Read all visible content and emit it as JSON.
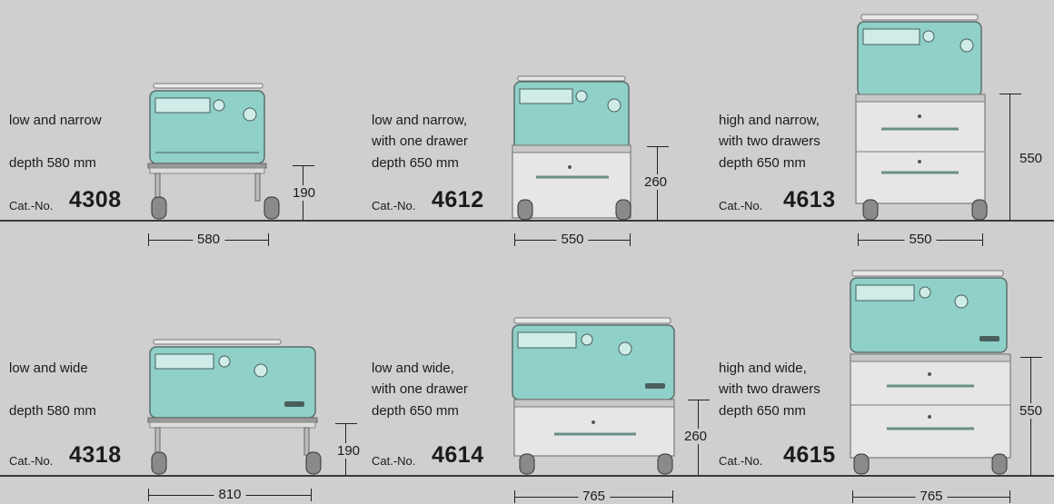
{
  "colors": {
    "background": "#cfcfcf",
    "machine_body": "#8fd0c8",
    "machine_frame": "#9a9a9a",
    "cabinet": "#e6e6e6",
    "floor_line": "#3a3a3a"
  },
  "cat_prefix": "Cat.-No.",
  "models": [
    {
      "desc_line1": "low and narrow",
      "desc_line2": "",
      "depth": "depth 580 mm",
      "cat_no": "4308",
      "width_dim": "580",
      "height_dim": "190",
      "base": "stand",
      "drawers": 0
    },
    {
      "desc_line1": "low and narrow,",
      "desc_line2": "with one drawer",
      "depth": "depth 650 mm",
      "cat_no": "4612",
      "width_dim": "550",
      "height_dim": "260",
      "base": "cabinet",
      "drawers": 1
    },
    {
      "desc_line1": "high and narrow,",
      "desc_line2": "with two drawers",
      "depth": "depth 650 mm",
      "cat_no": "4613",
      "width_dim": "550",
      "height_dim": "550",
      "base": "cabinet",
      "drawers": 2
    },
    {
      "desc_line1": "low and wide",
      "desc_line2": "",
      "depth": "depth 580 mm",
      "cat_no": "4318",
      "width_dim": "810",
      "height_dim": "190",
      "base": "stand",
      "drawers": 0
    },
    {
      "desc_line1": "low and wide,",
      "desc_line2": "with one drawer",
      "depth": "depth 650 mm",
      "cat_no": "4614",
      "width_dim": "765",
      "height_dim": "260",
      "base": "cabinet",
      "drawers": 1
    },
    {
      "desc_line1": "high and wide,",
      "desc_line2": "with two drawers",
      "depth": "depth 650 mm",
      "cat_no": "4615",
      "width_dim": "765",
      "height_dim": "550",
      "base": "cabinet",
      "drawers": 2
    }
  ]
}
